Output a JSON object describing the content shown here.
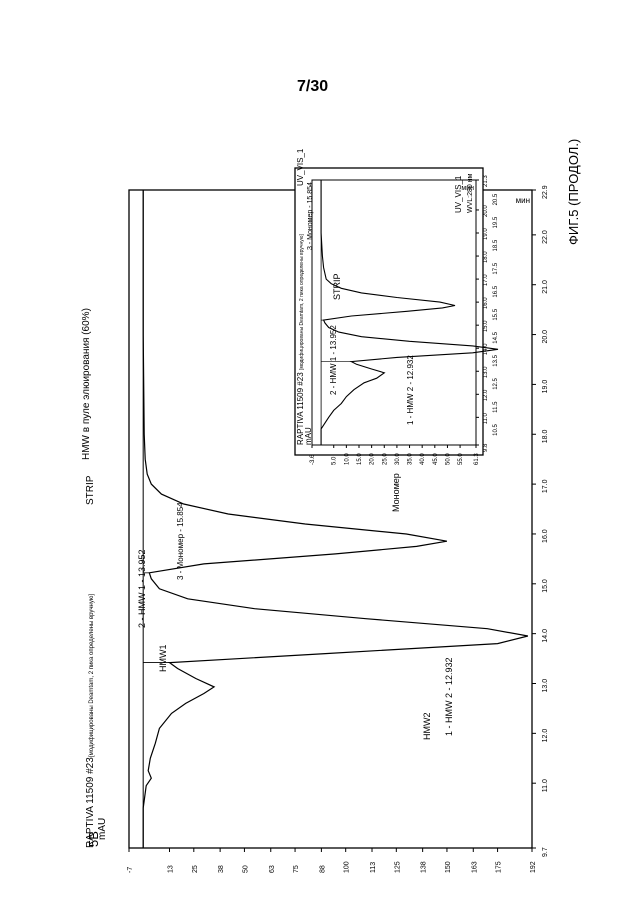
{
  "page": {
    "number": "7/30",
    "figure_caption": "ФИГ.5 (ПРОДОЛ.)"
  },
  "panel_label": "5B",
  "chart_data": [
    {
      "type": "line",
      "title": "HMW в пуле элюирования (60%)",
      "header_sample": "RAPTIVA 11509 #23",
      "header_note": "модифицированы Deamtam, 2 пика определены вручную",
      "header_mode": "STRIP",
      "ylabel": "mAU",
      "xlabel": "мин",
      "xlim": [
        9.7,
        22.9
      ],
      "ylim": [
        -7,
        192
      ],
      "x_ticks": [
        "9.7",
        "11.0",
        "12.0",
        "13.0",
        "14.0",
        "15.0",
        "16.0",
        "17.0",
        "18.0",
        "19.0",
        "20.0",
        "21.0",
        "22.0",
        "22.9"
      ],
      "y_ticks": [
        "-7",
        "13",
        "25",
        "38",
        "50",
        "63",
        "75",
        "88",
        "100",
        "113",
        "125",
        "138",
        "150",
        "163",
        "175",
        "192"
      ],
      "series": [
        {
          "x": [
            9.7,
            10.5,
            10.95,
            11.1,
            11.25,
            11.5,
            11.8,
            12.1,
            12.4,
            12.6,
            12.8,
            12.932,
            13.1,
            13.3,
            13.42,
            13.6,
            13.8,
            13.952,
            14.1,
            14.3,
            14.5,
            14.7,
            14.9,
            15.1,
            15.22,
            15.4,
            15.6,
            15.75,
            15.854,
            16.0,
            16.2,
            16.4,
            16.6,
            16.8,
            17.0,
            17.2,
            17.5,
            18.0,
            20.0,
            22.9
          ],
          "values": [
            0,
            0,
            1.5,
            4,
            2.5,
            3.5,
            6,
            8,
            14,
            21,
            30,
            35,
            26,
            17,
            13,
            90,
            175,
            190,
            170,
            110,
            55,
            22,
            8,
            4,
            3,
            30,
            95,
            135,
            150,
            130,
            80,
            42,
            20,
            9,
            4,
            2,
            1,
            0.5,
            0,
            0
          ]
        }
      ],
      "peak_labels": [
        {
          "text": "2 - HMW 1 - 13.952",
          "x": 13.952,
          "y": 190
        },
        {
          "text": "3 - Мономер - 15.854",
          "x": 15.854,
          "y": 150
        },
        {
          "text": "1 - HMW 2 - 12.932",
          "x": 12.932,
          "y": 35
        }
      ],
      "annotations": [
        {
          "text": "HMW1",
          "x": 13.4,
          "y": 170
        },
        {
          "text": "HMW2",
          "x": 12.4,
          "y": 48
        },
        {
          "text": "Мономер",
          "x": 17.1,
          "y": 100
        }
      ]
    },
    {
      "type": "line",
      "header_sample": "RAPTIVA 11509 #23",
      "header_note": "модифицированы Deamtam, 2 пика определены вручную",
      "header_mode": "STRIP",
      "channel": "UV_VIS_1",
      "channel_label": "UV_VIS_1",
      "wavelength": "WVL:280 нм",
      "ylabel": "mAU",
      "xlabel": "мин",
      "xlim": [
        9.8,
        21.3
      ],
      "ylim": [
        -3.6,
        61.3
      ],
      "x_ticks_top": [
        "9.8",
        "11.0",
        "12.0",
        "13.0",
        "14.0",
        "15.0",
        "16.0",
        "17.0",
        "18.0",
        "19.0",
        "20.0",
        "21.3"
      ],
      "x_ticks_bottom": [
        "10.5",
        "11.5",
        "12.5",
        "13.5",
        "14.5",
        "15.5",
        "16.5",
        "17.5",
        "18.5",
        "19.5",
        "20.5"
      ],
      "y_ticks": [
        "-3.6",
        "5.0",
        "10.0",
        "15.0",
        "20.0",
        "25.0",
        "30.0",
        "35.0",
        "40.0",
        "45.0",
        "50.0",
        "55.0",
        "61.3"
      ],
      "series": [
        {
          "x": [
            9.8,
            10.5,
            11.0,
            11.3,
            11.6,
            11.9,
            12.2,
            12.5,
            12.7,
            12.932,
            13.1,
            13.3,
            13.42,
            13.6,
            13.8,
            13.952,
            14.1,
            14.3,
            14.5,
            14.7,
            14.9,
            15.1,
            15.22,
            15.4,
            15.6,
            15.75,
            15.854,
            16.0,
            16.2,
            16.4,
            16.6,
            16.8,
            17.0,
            17.5,
            18.0,
            19.0,
            21.3
          ],
          "values": [
            0,
            0,
            3,
            5,
            8,
            10,
            13,
            17,
            22,
            25,
            20,
            14,
            12,
            30,
            60,
            70,
            60,
            35,
            16,
            7,
            3,
            1.5,
            1,
            12,
            34,
            48,
            53,
            47,
            30,
            16,
            8,
            4,
            2,
            1,
            0.5,
            0,
            0
          ]
        }
      ],
      "peak_labels": [
        {
          "text": "2 - HMW 1 - 13.952"
        },
        {
          "text": "3 - Мономер - 15.854"
        },
        {
          "text": "1 - HMW 2 - 12.932"
        }
      ]
    }
  ]
}
